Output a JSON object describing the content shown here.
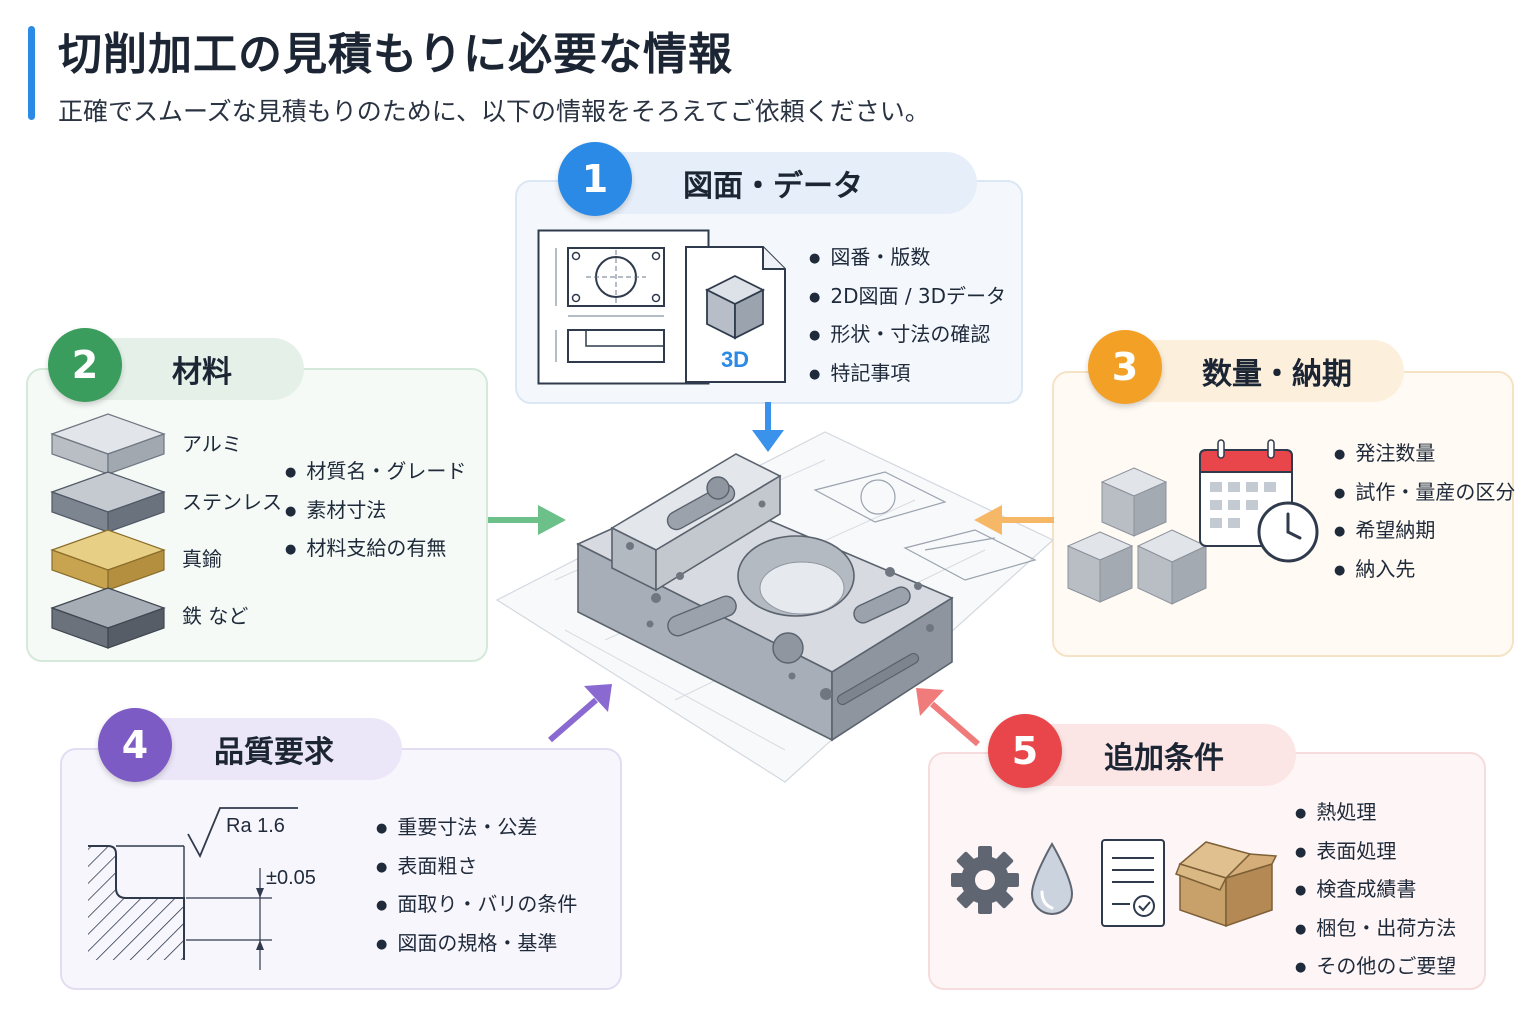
{
  "header": {
    "title": "切削加工の見積もりに必要な情報",
    "subtitle": "正確でスムーズな見積もりのために、以下の情報をそろえてご依頼ください。"
  },
  "colors": {
    "accent": "#2b8ae6",
    "step1": "#2b8ae6",
    "step2": "#3a9d5d",
    "step3": "#f3a027",
    "step4": "#7c5cc4",
    "step5": "#e8464a"
  },
  "sections": [
    {
      "number": "1",
      "title": "図面・データ",
      "icons": [
        "drawing-sheet-icon",
        "3d-file-icon"
      ],
      "file_badge": "3D",
      "items": [
        "図番・版数",
        "2D図面 / 3Dデータ",
        "形状・寸法の確認",
        "特記事項"
      ]
    },
    {
      "number": "2",
      "title": "材料",
      "materials": [
        "アルミ",
        "ステンレス",
        "真鍮",
        "鉄 など"
      ],
      "items": [
        "材質名・グレード",
        "素材寸法",
        "材料支給の有無"
      ]
    },
    {
      "number": "3",
      "title": "数量・納期",
      "icons": [
        "cubes-icon",
        "calendar-icon",
        "clock-icon"
      ],
      "items": [
        "発注数量",
        "試作・量産の区分",
        "希望納期",
        "納入先"
      ]
    },
    {
      "number": "4",
      "title": "品質要求",
      "roughness_label": "Ra 1.6",
      "tolerance_label": "±0.05",
      "items": [
        "重要寸法・公差",
        "表面粗さ",
        "面取り・バリの条件",
        "図面の規格・基準"
      ]
    },
    {
      "number": "5",
      "title": "追加条件",
      "icons": [
        "gear-icon",
        "droplet-icon",
        "document-check-icon",
        "box-icon"
      ],
      "items": [
        "熱処理",
        "表面処理",
        "検査成績書",
        "梱包・出荷方法",
        "その他のご要望"
      ]
    }
  ]
}
